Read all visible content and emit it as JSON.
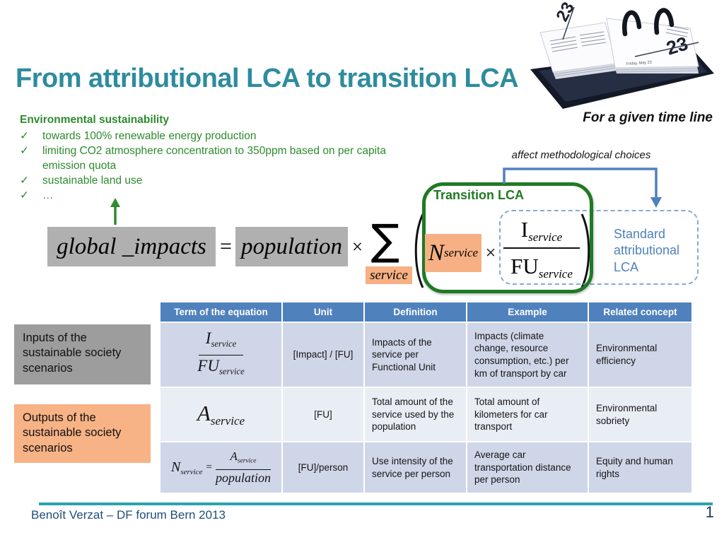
{
  "slide": {
    "title": "From attributional LCA to transition LCA",
    "timeline_caption": "For a given time line",
    "footer_text": "Benoît Verzat – DF forum Bern 2013",
    "page_number": "1"
  },
  "sustainability": {
    "heading": "Environmental sustainability",
    "check": "✓",
    "items": [
      "towards 100% renewable energy production",
      "limiting CO2 atmosphere concentration to 350ppm based on per capita emission quota",
      "sustainable land use",
      "…"
    ]
  },
  "equation": {
    "lhs": "global _impacts",
    "equals": "=",
    "population": "population",
    "times": "×",
    "sum": "∑",
    "sum_index": "service",
    "n": "N",
    "n_sub": "service",
    "i": "I",
    "i_sub": "service",
    "fu": "FU",
    "fu_sub": "service"
  },
  "annotations": {
    "affect_choices": "affect methodological choices",
    "transition_lca": "Transition LCA",
    "standard_lca": "Standard attributional LCA",
    "inputs_label": "Inputs of the sustainable society scenarios",
    "outputs_label": "Outputs of the sustainable society scenarios"
  },
  "table": {
    "headers": [
      "Term of the equation",
      "Unit",
      "Definition",
      "Example",
      "Related concept"
    ],
    "rows": [
      {
        "term": {
          "num": "I",
          "num_sub": "service",
          "den": "FU",
          "den_sub": "service"
        },
        "unit": "[Impact] / [FU]",
        "definition": "Impacts of the service per Functional Unit",
        "example": "Impacts (climate change, resource consumption, etc.)  per km of transport by car",
        "concept": "Environmental efficiency"
      },
      {
        "term": {
          "base": "A",
          "sub": "service"
        },
        "unit": "[FU]",
        "definition": "Total amount of the service used by the population",
        "example": "Total amount of kilometers for car transport",
        "concept": "Environmental sobriety"
      },
      {
        "term": {
          "lhs": "N",
          "lhs_sub": "service",
          "eq": "=",
          "num": "A",
          "num_sub": "service",
          "den": "population"
        },
        "unit": "[FU]/person",
        "definition": "Use intensity of the service per person",
        "example": "Average car transportation distance per person",
        "concept": "Equity and human rights"
      }
    ]
  },
  "calendar": {
    "left_day": "23",
    "right_day": "23",
    "caption": "Friday, May 23"
  },
  "colors": {
    "title_teal": "#2d8c9e",
    "green_text": "#2e8b2e",
    "green_box_border": "#1f7a24",
    "blue_accent": "#4f81bd",
    "dashed_blue": "#85aad6",
    "table_header": "#4f81bd",
    "table_row_dark": "#cfd6e8",
    "table_row_light": "#e9edf4",
    "gray_highlight": "#b0b0b0",
    "gray_box": "#9d9d9d",
    "orange_highlight": "#f6b083",
    "footer_navy": "#1f4e79",
    "teal_line": "#2ba3b0"
  }
}
